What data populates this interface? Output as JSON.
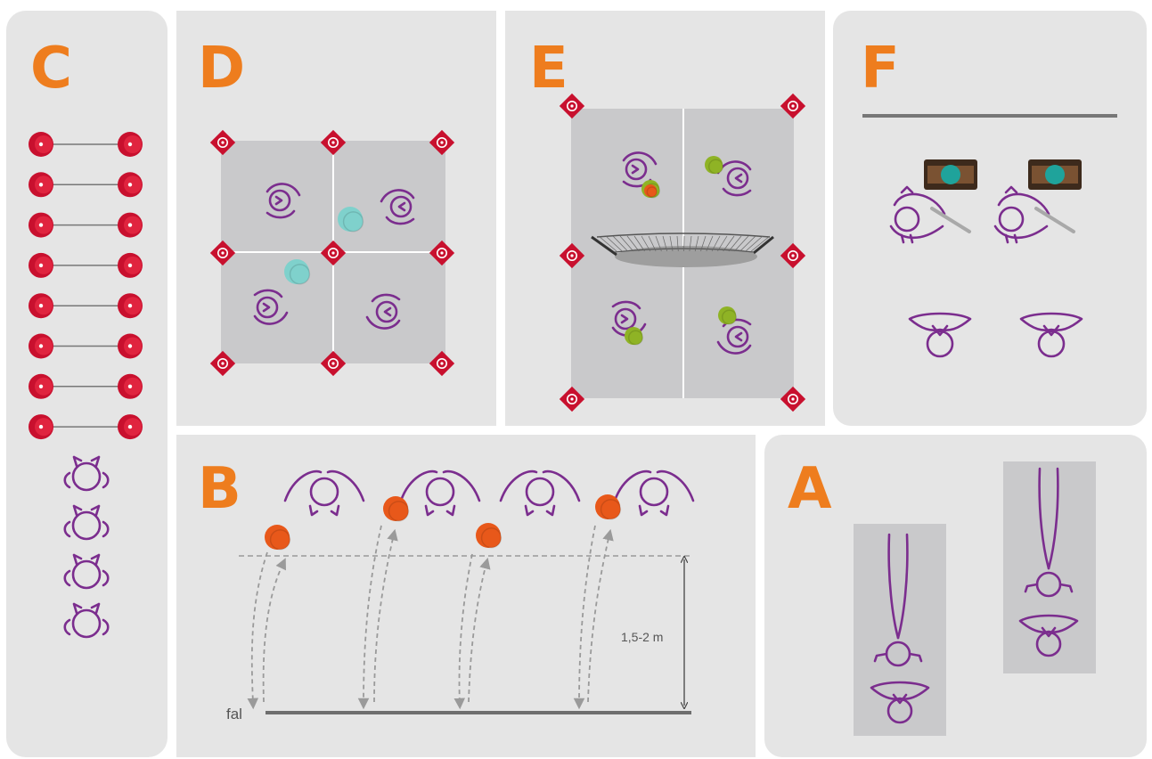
{
  "panels": {
    "a": {
      "label": "A"
    },
    "b": {
      "label": "B",
      "distance_label": "1,5-2 m",
      "wall_label": "fal"
    },
    "c": {
      "label": "C"
    },
    "d": {
      "label": "D"
    },
    "e": {
      "label": "E"
    },
    "f": {
      "label": "F"
    }
  },
  "colors": {
    "panel_bg": "#e5e5e5",
    "court": "#c9c9cb",
    "label": "#ee7d1e",
    "figure": "#7b2d8e",
    "cone": "#c8102e",
    "ball_b": "#e8581a",
    "ball_d": "#7fd1cc",
    "ball_e_green": "#8fb325",
    "ball_e_orange": "#e8581a",
    "line": "#777777"
  }
}
